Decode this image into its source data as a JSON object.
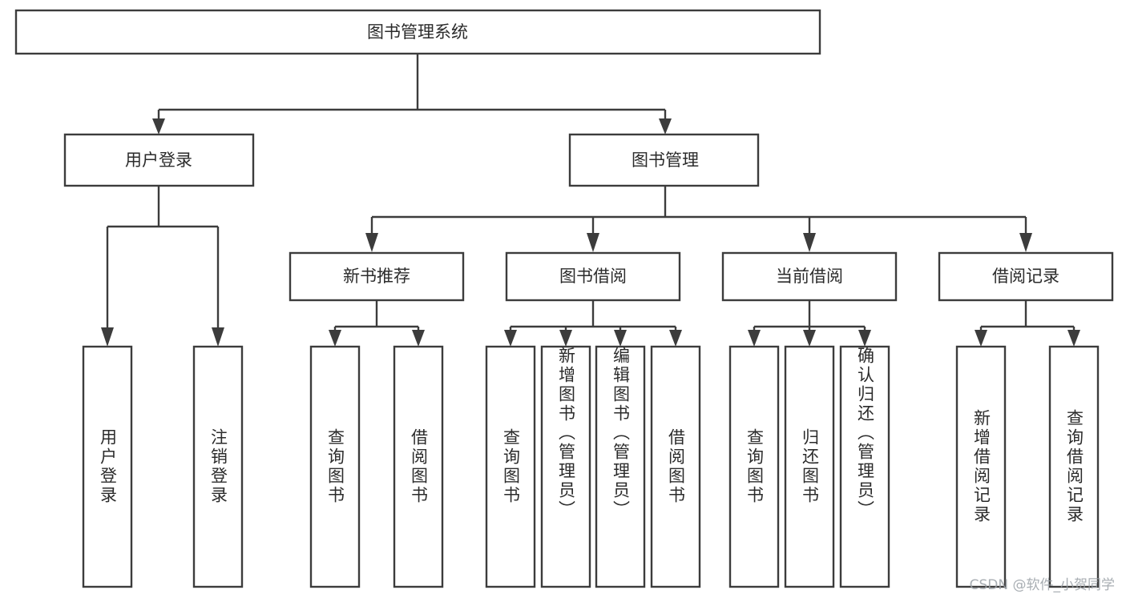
{
  "diagram": {
    "title": "图书管理系统",
    "type": "tree-hierarchy-diagram",
    "colors": {
      "stroke": "#3c3c3c",
      "box_fill": "#ffffff",
      "text": "#2b2b2b",
      "background": "#ffffff",
      "watermark": "#9aa0a6"
    },
    "root": {
      "label": "图书管理系统"
    },
    "level2": [
      {
        "label": "用户登录"
      },
      {
        "label": "图书管理"
      }
    ],
    "level3": [
      {
        "label": "新书推荐"
      },
      {
        "label": "图书借阅"
      },
      {
        "label": "当前借阅"
      },
      {
        "label": "借阅记录"
      }
    ],
    "leaves": {
      "user_login": [
        {
          "label": "用户登录"
        },
        {
          "label": "注销登录"
        }
      ],
      "new_book_recommend": [
        {
          "label": "查询图书"
        },
        {
          "label": "借阅图书"
        }
      ],
      "book_borrow": [
        {
          "label": "查询图书"
        },
        {
          "label": "新增图书（管理员）"
        },
        {
          "label": "编辑图书（管理员）"
        },
        {
          "label": "借阅图书"
        }
      ],
      "current_borrow": [
        {
          "label": "查询图书"
        },
        {
          "label": "归还图书"
        },
        {
          "label": "确认归还（管理员）"
        }
      ],
      "borrow_record": [
        {
          "label": "新增借阅记录"
        },
        {
          "label": "查询借阅记录"
        }
      ]
    }
  },
  "watermark": {
    "text": "CSDN @软件_小贺同学"
  }
}
